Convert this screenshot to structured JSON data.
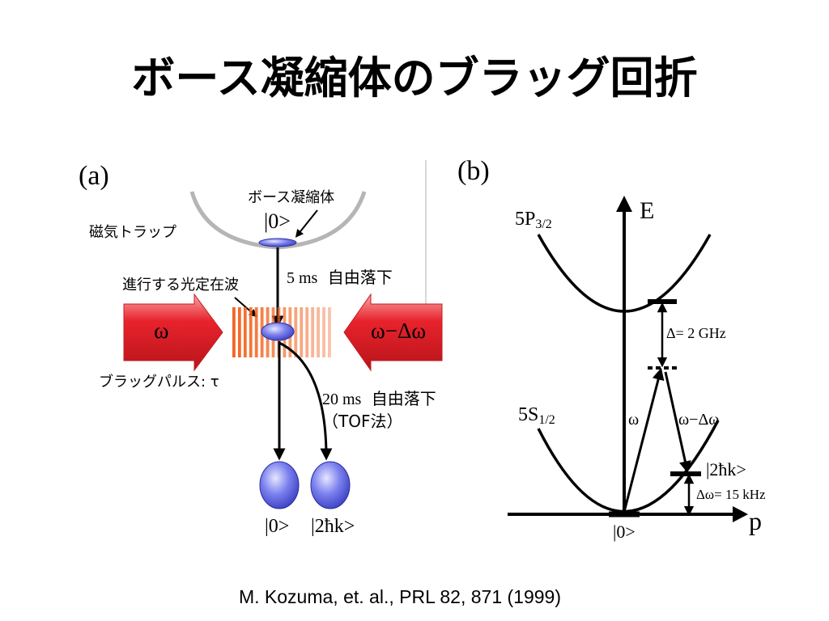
{
  "slide": {
    "title": "ボース凝縮体のブラッグ回折",
    "citation": "M. Kozuma, et. al., PRL 82, 871 (1999)"
  },
  "panel_a": {
    "label": "(a)",
    "bec_label": "ボース凝縮体",
    "ket_zero": "|0>",
    "trap_label": "磁気トラップ",
    "fall1_time": "5 ms",
    "fall1_text": "自由落下",
    "wave_label": "進行する光定在波",
    "beam_left": "ω",
    "beam_right": "ω−Δω",
    "pulse_label": "ブラッグパルス: τ",
    "fall2_time": "20 ms",
    "fall2_text": "自由落下",
    "tof_label": "（TOF法）",
    "out_zero": "|0>",
    "out_2hk": "|2ħk>"
  },
  "panel_b": {
    "label": "(b)",
    "axis_e": "E",
    "axis_p": "p",
    "upper_level": "5P",
    "upper_sub": "3/2",
    "lower_level": "5S",
    "lower_sub": "1/2",
    "detuning": "Δ= 2 GHz",
    "omega": "ω",
    "omega_minus": "ω−Δω",
    "ket_2hk": "|2ħk>",
    "delta_omega": "Δω= 15 kHz",
    "ket_zero": "|0>"
  },
  "colors": {
    "beam_red": "#e8232c",
    "wave_orange": "#f26522",
    "atom_blue": "#6f73e8",
    "ink": "#000000"
  }
}
